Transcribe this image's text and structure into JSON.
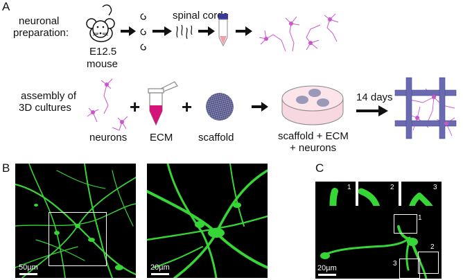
{
  "panels": {
    "a": "A",
    "b": "B",
    "c": "C"
  },
  "row1": {
    "label_line1": "neuronal",
    "label_line2": "preparation:",
    "mouse_line1": "E12.5",
    "mouse_line2": "mouse",
    "spinal": "spinal cords"
  },
  "row2": {
    "label_line1": "assembly of",
    "label_line2": "3D cultures",
    "neurons": "neurons",
    "ecm": "ECM",
    "scaffold": "scaffold",
    "combo_line1": "scaffold + ECM",
    "combo_line2": "+ neurons",
    "days": "14 days",
    "plus": "+"
  },
  "panel_b": {
    "scale_left": "50µm",
    "scale_right": "20µm"
  },
  "panel_c": {
    "insets": [
      "1",
      "2",
      "3"
    ],
    "scale": "20µm"
  },
  "colors": {
    "neuron": "#cc55cc",
    "tube_cap": "#3a3a9a",
    "ecm": "#d4147a",
    "green": "#35d635",
    "scaffold_bar": "#6a6ab0"
  }
}
